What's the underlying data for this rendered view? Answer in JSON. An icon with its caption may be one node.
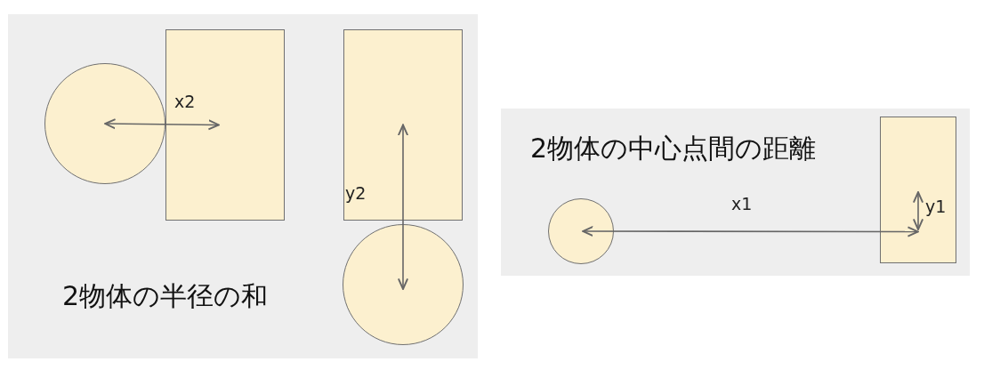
{
  "diagram": {
    "nodes": [
      {
        "text": [
          "2物体の半径の和"
        ]
      },
      {
        "text": [],
        "shape": "circle",
        "in": 0
      },
      {
        "text": [],
        "shape": "box",
        "in": 0
      },
      {
        "text": [],
        "shape": "box",
        "in": 0
      },
      {
        "text": [],
        "shape": "circle",
        "in": 0
      },
      {
        "text": [
          "2物体の中心点間の距離"
        ]
      },
      {
        "text": [],
        "shape": "circle",
        "in": 5
      },
      {
        "text": [],
        "shape": "box",
        "in": 5
      }
    ],
    "edges": [
      {
        "from": 1,
        "to": 2,
        "arrow": "both",
        "label": "x2"
      },
      {
        "from": 3,
        "to": 4,
        "arrow": "both",
        "label": "y2"
      },
      {
        "from": 6,
        "to": 7,
        "arrow": "both",
        "label": "x1"
      }
    ],
    "labels": [
      "y1"
    ]
  }
}
